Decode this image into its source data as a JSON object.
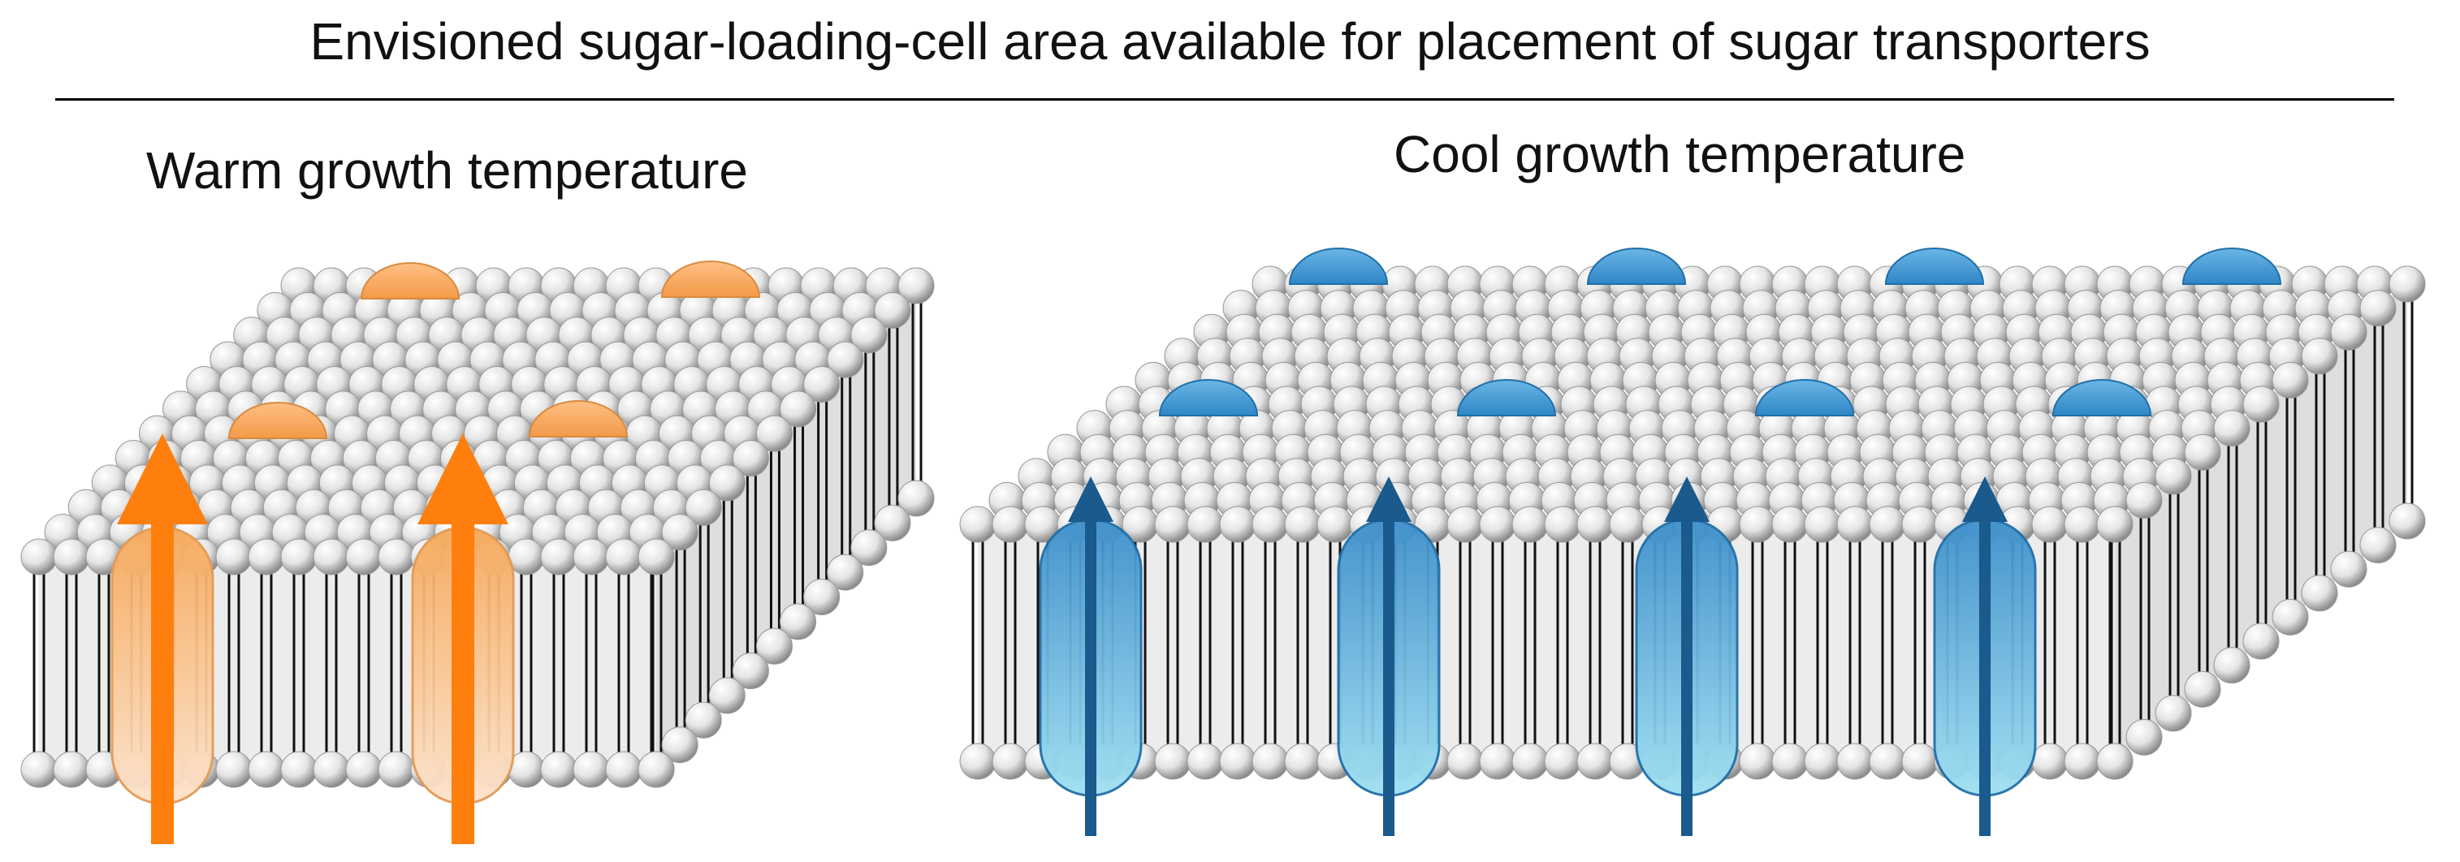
{
  "header": {
    "title": "Envisioned sugar-loading-cell area available for placement of sugar transporters"
  },
  "panels": {
    "warm": {
      "title": "Warm growth temperature",
      "transporter_count": 2,
      "surface_protein_count": 4
    },
    "cool": {
      "title": "Cool growth temperature",
      "transporter_count": 4,
      "surface_protein_count": 8
    }
  },
  "colors": {
    "lipid_head": "#e2e2e2",
    "lipid_tail": "#111111",
    "warm_protein": "#f7b36f",
    "warm_arrow": "#ff7f0e",
    "cool_protein": "#4a9fd8",
    "cool_arrow": "#1a5a8c"
  }
}
